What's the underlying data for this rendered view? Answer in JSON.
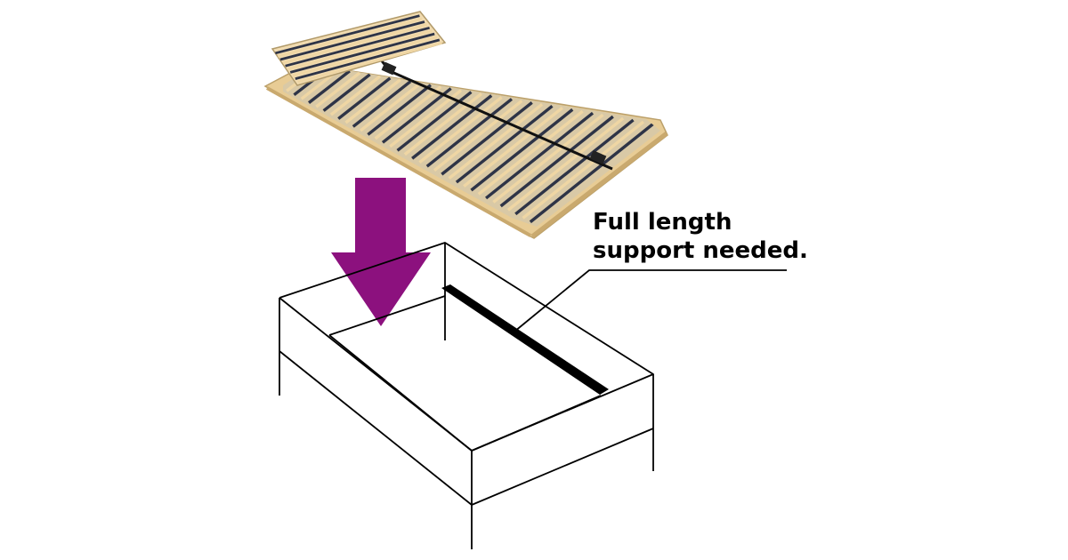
{
  "annotation": {
    "line1": "Full length",
    "line2": "support needed."
  },
  "colors": {
    "arrow": "#8c117e",
    "frame_outline": "#000000",
    "support_beam": "#000000",
    "wood_slat": "#efd6a4",
    "blue_slat": "#2e3447",
    "background": "#ffffff"
  },
  "icons": {
    "product": "slatted-bed-base",
    "direction": "down-arrow",
    "frame": "bed-frame-outline"
  }
}
